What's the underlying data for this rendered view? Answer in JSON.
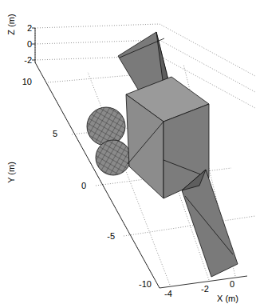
{
  "diagram": {
    "labels": [
      "Z (m)",
      "2",
      "0",
      "-2",
      "10",
      "Y (m)",
      "5",
      "0",
      "-5",
      "-10",
      "-4",
      "-2",
      "0",
      "X (m)"
    ]
  }
}
